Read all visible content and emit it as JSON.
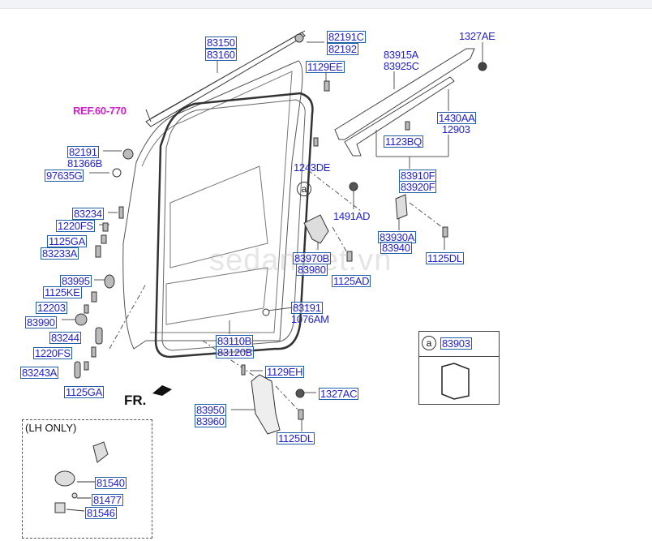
{
  "reference": "REF.60-770",
  "front_marker": "FR.",
  "watermark": "sedanviet.vn",
  "lh_only_label": "(LH ONLY)",
  "detail_a": {
    "marker": "a",
    "part": "83903"
  },
  "parts": {
    "p83150": "83150",
    "p83160": "83160",
    "p82191C": "82191C",
    "p82192": "82192",
    "p1129EE": "1129EE",
    "p1327AE": "1327AE",
    "p83915A": "83915A",
    "p83925C": "83925C",
    "p1430AA": "1430AA",
    "p12903": "12903",
    "p1123BQ": "1123BQ",
    "p82191": "82191",
    "p81366B": "81366B",
    "p97635G": "97635G",
    "p1243DE": "1243DE",
    "p83910F": "83910F",
    "p83920F": "83920F",
    "p83234": "83234",
    "p1220FS_a": "1220FS",
    "p1125GA_a": "1125GA",
    "p83233A": "83233A",
    "p1491AD": "1491AD",
    "p83930A": "83930A",
    "p83940": "83940",
    "p1125DL_a": "1125DL",
    "p83970B": "83970B",
    "p83980": "83980",
    "p1125AD": "1125AD",
    "p83995": "83995",
    "p1125KE": "1125KE",
    "p12203": "12203",
    "p83990": "83990",
    "p83191": "83191",
    "p1076AM": "1076AM",
    "p83244": "83244",
    "p1220FS_b": "1220FS",
    "p83243A": "83243A",
    "p1125GA_b": "1125GA",
    "p83110B": "83110B",
    "p83120B": "83120B",
    "p1129EH": "1129EH",
    "p1327AC": "1327AC",
    "p83950": "83950",
    "p83960": "83960",
    "p1125DL_b": "1125DL",
    "p81540": "81540",
    "p81477": "81477",
    "p81546": "81546"
  }
}
